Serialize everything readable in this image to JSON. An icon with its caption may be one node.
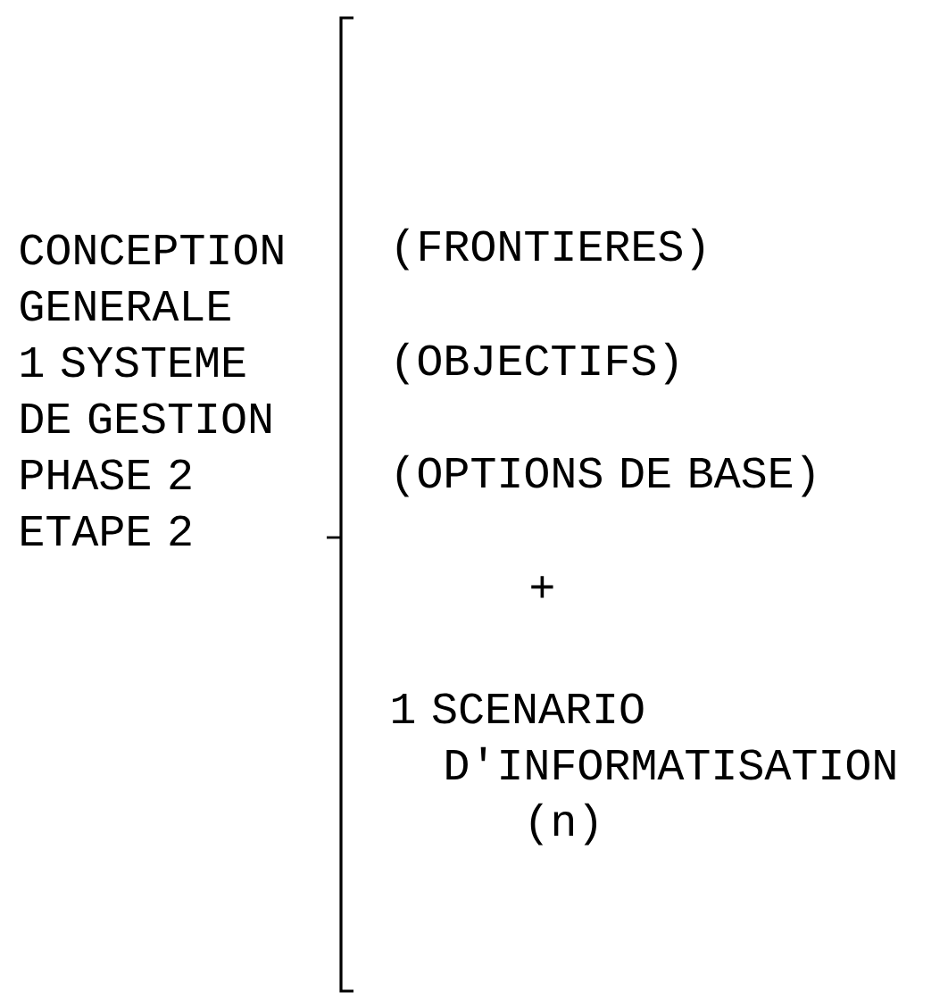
{
  "diagram": {
    "labels": [
      "CONCEPTION GENERALE 1 SYSTEME DE GESTION PHASE 2 ETAPE 2",
      "(FRONTIERES)",
      "(OBJECTIFS)",
      "(OPTIONS DE BASE)",
      "+",
      "1 SCENARIO D'INFORMATISATION (n)"
    ]
  }
}
